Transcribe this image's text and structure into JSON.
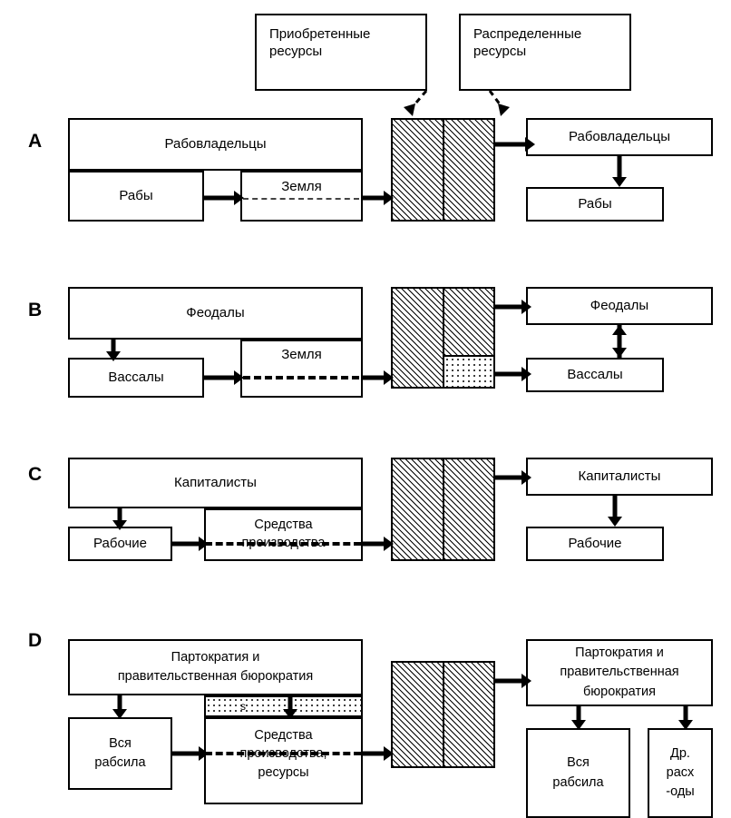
{
  "diagram": {
    "title_boxes": {
      "acquired": "Приобретенные\nресурсы",
      "distributed": "Распределенные\nресурсы"
    },
    "rows": [
      {
        "letter": "A",
        "left_top": "Рабовладельцы",
        "left_labor": "Рабы",
        "left_means": "Земля",
        "right_top": "Рабовладельцы",
        "right_bottom": "Рабы"
      },
      {
        "letter": "B",
        "left_top": "Феодалы",
        "left_labor": "Вассалы",
        "left_means": "Земля",
        "right_top": "Феодалы",
        "right_bottom": "Вассалы"
      },
      {
        "letter": "C",
        "left_top": "Капиталисты",
        "left_labor": "Рабочие",
        "left_means": "Средства\nпроизводства",
        "right_top": "Капиталисты",
        "right_bottom": "Рабочие"
      },
      {
        "letter": "D",
        "left_top": "Партократия и\nправительственная бюрократия",
        "left_labor": "Вся\nрабсила",
        "left_means": "Средства\nпроизводства,\nресурсы",
        "strip_label": "s",
        "right_top": "Партократия и\nправительственная\nбюрократия",
        "right_bottom": "Вся\nрабсила",
        "right_bottom_2": "Др.\nрасх\n-оды"
      }
    ],
    "colors": {
      "stroke": "#000000",
      "background": "#ffffff"
    }
  }
}
